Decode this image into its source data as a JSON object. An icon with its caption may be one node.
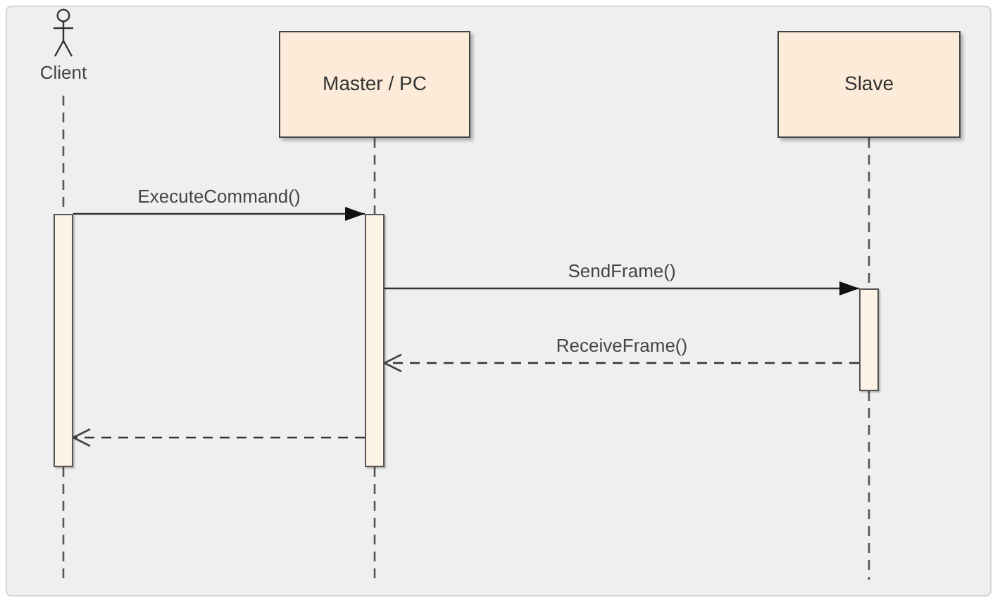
{
  "diagram": {
    "nodes": [
      {
        "text": [
          "Client"
        ]
      },
      {
        "text": [
          "Master / PC"
        ]
      },
      {
        "text": [
          "Slave"
        ]
      },
      {
        "text": [],
        "shape": "bar"
      },
      {
        "text": [],
        "shape": "bar"
      },
      {
        "text": [],
        "shape": "bar"
      }
    ],
    "edges": [
      {
        "from": 0,
        "to": 3,
        "arrow": "none",
        "style": "dashed"
      },
      {
        "from": 1,
        "to": 4,
        "arrow": "none",
        "style": "dashed"
      },
      {
        "from": 2,
        "to": 5,
        "arrow": "none",
        "style": "dashed"
      },
      {
        "from": 3,
        "to": null,
        "arrow": "none",
        "style": "dashed"
      },
      {
        "from": 4,
        "to": null,
        "arrow": "none",
        "style": "dashed"
      },
      {
        "from": 5,
        "to": null,
        "arrow": "none",
        "style": "dashed"
      },
      {
        "from": 3,
        "to": 4,
        "label": "ExecuteCommand()",
        "arrow": "to"
      },
      {
        "from": 4,
        "to": 5,
        "label": "SendFrame()",
        "arrow": "to"
      },
      {
        "from": 5,
        "to": 4,
        "label": "ReceiveFrame()",
        "arrow": "to",
        "style": "dashed"
      },
      {
        "from": 4,
        "to": 3,
        "arrow": "to",
        "style": "dashed"
      }
    ]
  }
}
